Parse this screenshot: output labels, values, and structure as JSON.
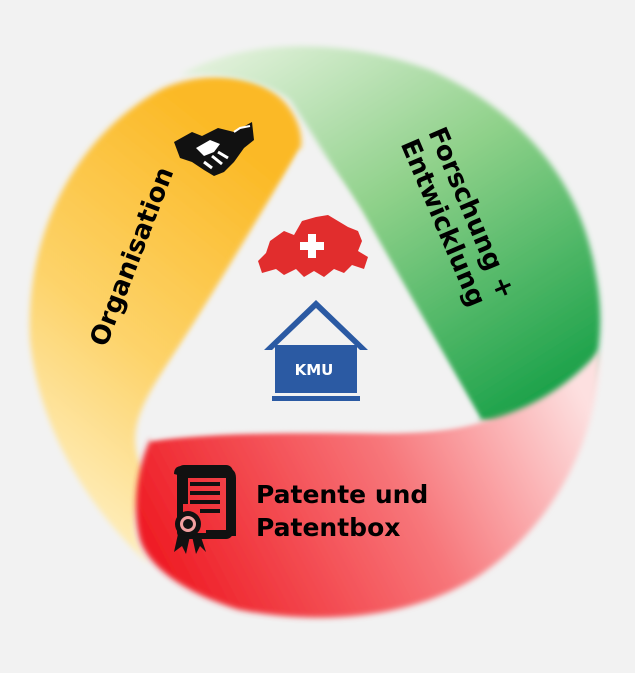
{
  "center": {
    "flag_icon": "swiss-map-flag-icon",
    "house_icon": "house-icon",
    "house_label": "KMU"
  },
  "segments": [
    {
      "id": "organisation",
      "label": "Organisation",
      "icon": "handshake-icon"
    },
    {
      "id": "forschung",
      "label_line1": "Forschung +",
      "label_line2": "Entwicklung"
    },
    {
      "id": "patente",
      "label_line1": "Patente und",
      "label_line2": "Patentbox",
      "icon": "certificate-icon"
    }
  ],
  "colors": {
    "background": "#f2f2f2",
    "orange": "#fbbf2c",
    "orange_light": "#fde9a8",
    "green": "#22a84a",
    "green_light": "#d8eecf",
    "red": "#ee1c25",
    "red_light": "#fbd0d0",
    "swiss_red": "#e02b2b",
    "kmu_blue": "#2b5aa3"
  }
}
